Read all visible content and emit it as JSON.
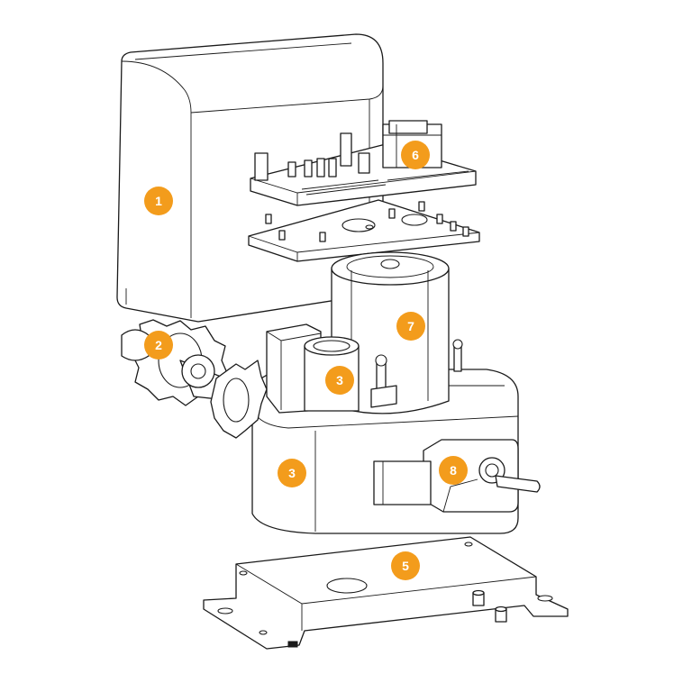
{
  "colors": {
    "callout_fill": "#F39C1C",
    "callout_text": "#FFFFFF",
    "line": "#1A1A1A"
  },
  "callouts": [
    {
      "id": "cover",
      "number": "1"
    },
    {
      "id": "drive-gear",
      "number": "2"
    },
    {
      "id": "limit-switch-housing",
      "number": "3"
    },
    {
      "id": "gearbox-housing",
      "number": "3"
    },
    {
      "id": "mounting-plate",
      "number": "5"
    },
    {
      "id": "control-board",
      "number": "6"
    },
    {
      "id": "motor",
      "number": "7"
    },
    {
      "id": "release-lock",
      "number": "8"
    }
  ]
}
